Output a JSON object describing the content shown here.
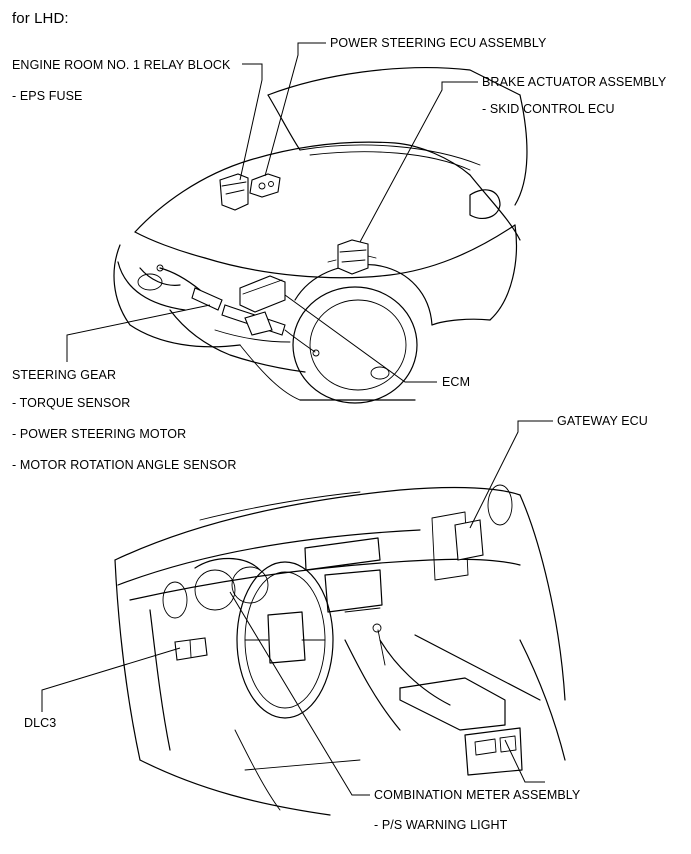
{
  "header": {
    "title": "for LHD:"
  },
  "labels": {
    "relay_block": "ENGINE ROOM NO. 1 RELAY BLOCK",
    "eps_fuse": "- EPS FUSE",
    "ps_ecu": "POWER STEERING ECU ASSEMBLY",
    "brake_actuator": "BRAKE ACTUATOR ASSEMBLY",
    "skid_control": "- SKID CONTROL ECU",
    "steering_gear": "STEERING GEAR",
    "torque_sensor": "- TORQUE SENSOR",
    "ps_motor": "- POWER STEERING MOTOR",
    "motor_angle": "- MOTOR ROTATION ANGLE SENSOR",
    "ecm": "ECM",
    "gateway_ecu": "GATEWAY ECU",
    "dlc3": "DLC3",
    "combination_meter": "COMBINATION METER ASSEMBLY",
    "ps_warning": "- P/S WARNING LIGHT"
  }
}
